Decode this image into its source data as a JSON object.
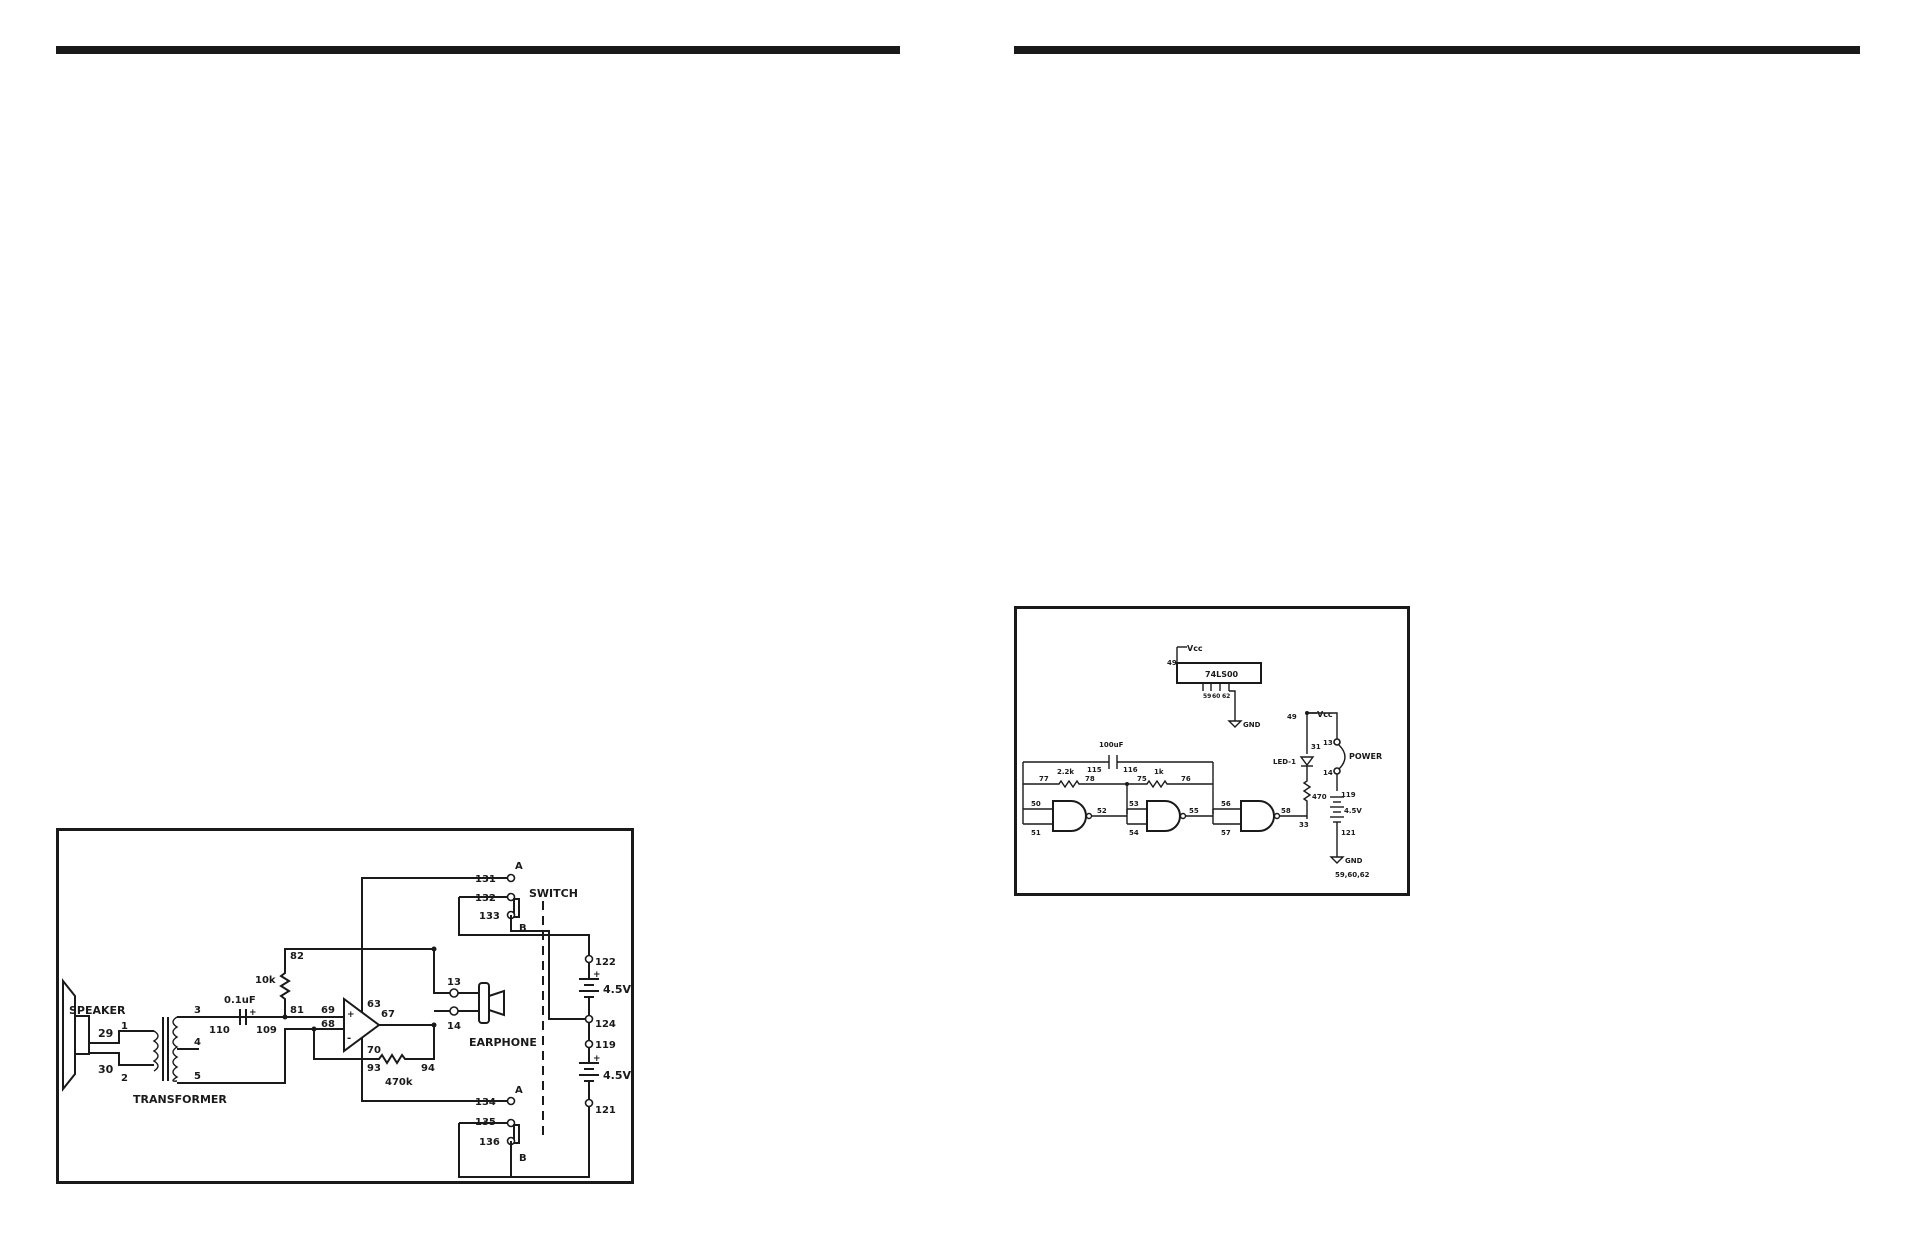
{
  "left_circuit": {
    "labels": {
      "speaker": "SPEAKER",
      "transformer": "TRANSFORMER",
      "earphone": "EARPHONE",
      "switch": "SWITCH",
      "cap": "0.1uF",
      "r10k": "10k",
      "r470k": "470k",
      "bat_top": "4.5V",
      "bat_bot": "4.5V",
      "a_top": "A",
      "b_top": "B",
      "a_bot": "A",
      "b_bot": "B",
      "plus": "+",
      "minus": "-"
    },
    "nodes": {
      "n1": "1",
      "n2": "2",
      "n3": "3",
      "n4": "4",
      "n5": "5",
      "n29": "29",
      "n30": "30",
      "n110": "110",
      "n109": "109",
      "n82": "82",
      "n81": "81",
      "n69": "69",
      "n68": "68",
      "n63": "63",
      "n67": "67",
      "n70": "70",
      "n93": "93",
      "n94": "94",
      "n13": "13",
      "n14": "14",
      "n131": "131",
      "n132": "132",
      "n133": "133",
      "n134": "134",
      "n135": "135",
      "n136": "136",
      "n122": "122",
      "n124": "124",
      "n119": "119",
      "n121": "121"
    }
  },
  "right_circuit": {
    "labels": {
      "chip": "74LS00",
      "vcc_top": "Vcc",
      "vcc_right": "Vcc",
      "gnd_top": "GND",
      "gnd_bot": "GND",
      "cap": "100uF",
      "r28k": "2.2k",
      "r1k": "1k",
      "r470": "470",
      "led": "LED-1",
      "power": "POWER",
      "bat": "4.5V",
      "gnd_pins": "59,60,62"
    },
    "nodes": {
      "n49a": "49",
      "n59": "59",
      "n60": "60",
      "n62": "62",
      "n49b": "49",
      "n31": "31",
      "n13": "13",
      "n14": "14",
      "n119": "119",
      "n121": "121",
      "n115": "115",
      "n116": "116",
      "n77": "77",
      "n78": "78",
      "n75": "75",
      "n76": "76",
      "n50": "50",
      "n51": "51",
      "n52": "52",
      "n53": "53",
      "n54": "54",
      "n55": "55",
      "n56": "56",
      "n57": "57",
      "n58": "58",
      "n33": "33"
    }
  }
}
